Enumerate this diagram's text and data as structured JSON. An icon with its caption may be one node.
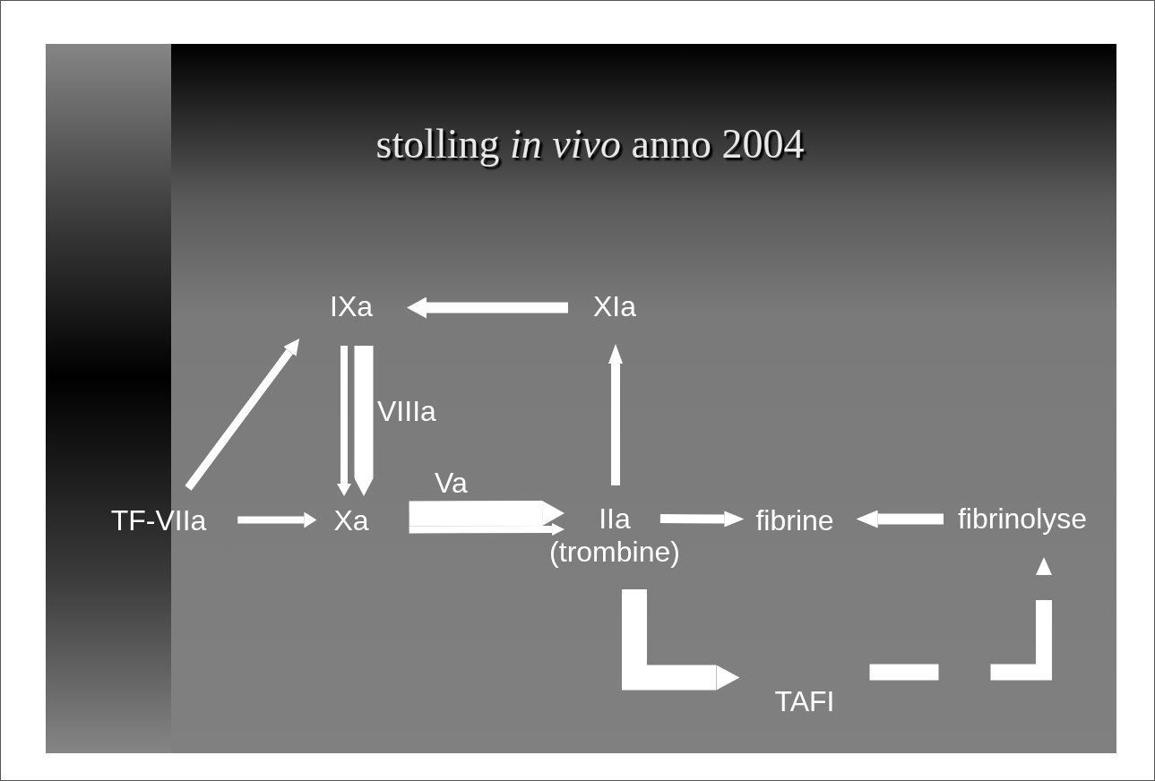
{
  "diagram": {
    "title": "stolling *in vivo* anno 2004",
    "nodes": [
      {
        "text": [
          "IXa"
        ]
      },
      {
        "text": [
          "XIa"
        ]
      },
      {
        "text": [
          "TF-VIIa"
        ]
      },
      {
        "text": [
          "Xa"
        ]
      },
      {
        "text": [
          "IIa",
          "(trombine)"
        ]
      },
      {
        "text": [
          "fibrine"
        ]
      },
      {
        "text": [
          "fibrinolyse"
        ]
      },
      {
        "text": [
          "TAFI"
        ]
      }
    ],
    "edges": [
      {
        "from": 1,
        "to": 0,
        "arrow": "to"
      },
      {
        "from": 2,
        "to": 0,
        "arrow": "to"
      },
      {
        "from": 0,
        "to": 3,
        "arrow": "to"
      },
      {
        "from": 0,
        "to": 3,
        "arrow": "to",
        "label": "VIIIa",
        "style": "thick"
      },
      {
        "from": 2,
        "to": 3,
        "arrow": "to"
      },
      {
        "from": 3,
        "to": 4,
        "arrow": "to",
        "label": "Va",
        "style": "thick"
      },
      {
        "from": 3,
        "to": 4,
        "arrow": "to"
      },
      {
        "from": 4,
        "to": 1,
        "arrow": "to"
      },
      {
        "from": 4,
        "to": 5,
        "arrow": "to"
      },
      {
        "from": 6,
        "to": 5,
        "arrow": "to"
      },
      {
        "from": 4,
        "to": 7,
        "arrow": "to",
        "style": "thick"
      },
      {
        "from": 7,
        "to": 6,
        "arrow": "to",
        "style": "dashed"
      }
    ]
  }
}
